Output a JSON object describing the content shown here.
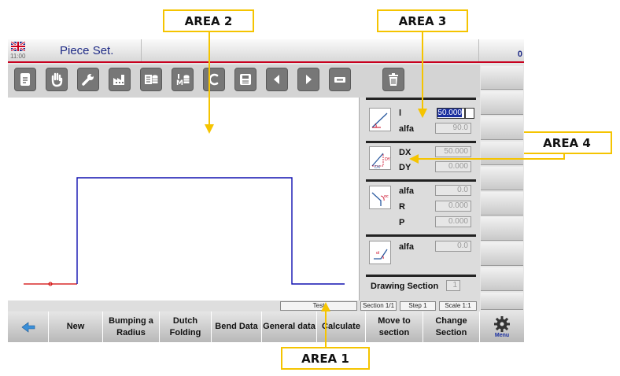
{
  "annotations": {
    "area1": "AREA 1",
    "area2": "AREA 2",
    "area3": "AREA 3",
    "area4": "AREA 4"
  },
  "header": {
    "clock": "11:00",
    "title": "Piece Set.",
    "counter": "0",
    "flag_icon": "uk-flag-icon"
  },
  "toolbar": {
    "icons": [
      "document-icon",
      "hand-icon",
      "wrench-icon",
      "factory-icon",
      "database-list-icon",
      "database-m-icon",
      "c-icon",
      "save-icon",
      "arrow-left-icon",
      "arrow-right-icon",
      "minus-icon",
      "trash-icon"
    ]
  },
  "section_line": {
    "l_label": "l",
    "l_value_selected": "50.000",
    "alfa_label": "alfa",
    "alfa_value": "90.0"
  },
  "section_dxdy": {
    "dx_label": "DX",
    "dx_value": "50.000",
    "dy_label": "DY",
    "dy_value": "0.000"
  },
  "section_radius": {
    "alfa_label": "alfa",
    "alfa_value": "0.0",
    "r_label": "R",
    "r_value": "0.000",
    "p_label": "P",
    "p_value": "0.000"
  },
  "section_angle": {
    "alfa_label": "alfa",
    "alfa_value": "0.0"
  },
  "drawing_section": {
    "label": "Drawing Section",
    "value": "1"
  },
  "status": {
    "name": "Test",
    "section": "Section 1/1",
    "step": "Step 1",
    "scale": "Scale 1:1"
  },
  "softkeys": {
    "back_icon": "back-arrow-icon",
    "new": "New",
    "bumping_1": "Bumping a",
    "bumping_2": "Radius",
    "dutch_1": "Dutch",
    "dutch_2": "Folding",
    "bend_data": "Bend Data",
    "general_data": "General data",
    "calculate": "Calculate",
    "move_1": "Move to",
    "move_2": "section",
    "change_1": "Change",
    "change_2": "Section",
    "menu": "Menu"
  },
  "colors": {
    "profile": "#1010b0",
    "start_segment": "#d00000",
    "title_text": "#1f2b86",
    "title_underline": "#c8001e",
    "callout_border": "#f5c400",
    "selection": "#1a2fa0"
  }
}
